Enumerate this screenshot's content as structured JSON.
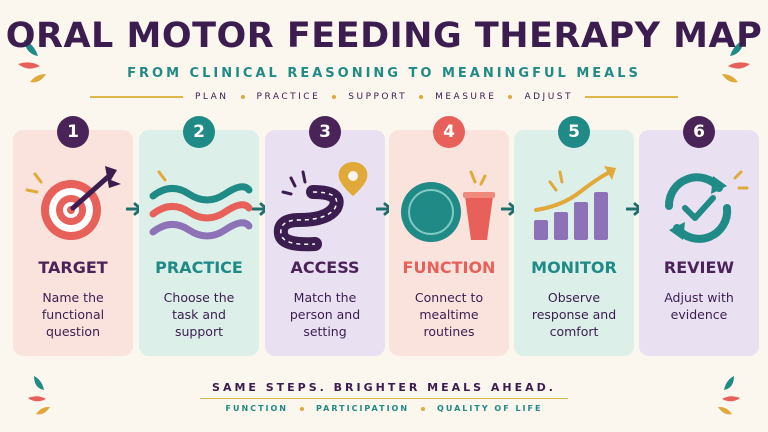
{
  "header": {
    "title": "ORAL MOTOR FEEDING THERAPY MAP",
    "subtitle": "FROM CLINICAL REASONING TO MEANINGFUL MEALS",
    "tagline": [
      "PLAN",
      "PRACTICE",
      "SUPPORT",
      "MEASURE",
      "ADJUST"
    ]
  },
  "steps": [
    {
      "number": "1",
      "title": "TARGET",
      "desc": "Name the functional question",
      "icon": "target-icon",
      "card_color": "#fbe3dd",
      "accent": "#4a2358"
    },
    {
      "number": "2",
      "title": "PRACTICE",
      "desc": "Choose the task and support",
      "icon": "waves-icon",
      "card_color": "#dcefe9",
      "accent": "#1f8a86"
    },
    {
      "number": "3",
      "title": "ACCESS",
      "desc": "Match the person and setting",
      "icon": "winding-path-icon",
      "card_color": "#e9e0f2",
      "accent": "#4a2358"
    },
    {
      "number": "4",
      "title": "FUNCTION",
      "desc": "Connect to mealtime routines",
      "icon": "plate-and-cup-icon",
      "card_color": "#fbe3dd",
      "accent": "#e8605a"
    },
    {
      "number": "5",
      "title": "MONITOR",
      "desc": "Observe response and comfort",
      "icon": "trend-chart-icon",
      "card_color": "#dcefe9",
      "accent": "#1f8a86"
    },
    {
      "number": "6",
      "title": "REVIEW",
      "desc": "Adjust with evidence",
      "icon": "cycle-check-icon",
      "card_color": "#e9e0f2",
      "accent": "#4a2358"
    }
  ],
  "footer": {
    "main": "SAME STEPS. BRIGHTER MEALS AHEAD.",
    "sub": [
      "FUNCTION",
      "PARTICIPATION",
      "QUALITY OF LIFE"
    ]
  },
  "colors": {
    "teal": "#1f8a86",
    "coral": "#e8605a",
    "plum": "#3b1d4f",
    "gold": "#e0a93a",
    "lilac": "#8e72b8"
  }
}
